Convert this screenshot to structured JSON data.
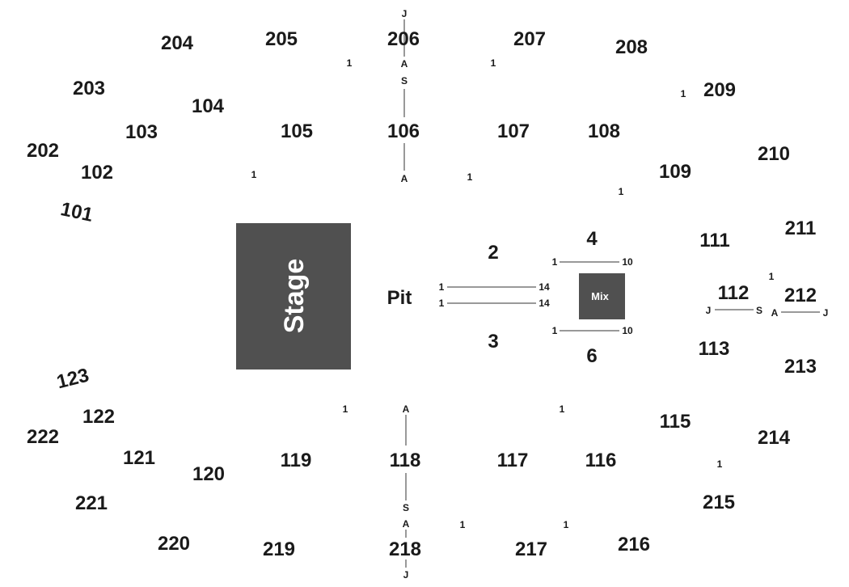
{
  "stage": {
    "label": "Stage",
    "fill": "#505050"
  },
  "mix": {
    "label": "Mix",
    "fill": "#505050"
  },
  "pit": {
    "label": "Pit"
  },
  "floor_sections": {
    "s2": "2",
    "s3": "3",
    "s4": "4",
    "s6": "6"
  },
  "sections": {
    "s101": "101",
    "s102": "102",
    "s103": "103",
    "s104": "104",
    "s105": "105",
    "s106": "106",
    "s107": "107",
    "s108": "108",
    "s109": "109",
    "s111": "111",
    "s112": "112",
    "s113": "113",
    "s115": "115",
    "s116": "116",
    "s117": "117",
    "s118": "118",
    "s119": "119",
    "s120": "120",
    "s121": "121",
    "s122": "122",
    "s123": "123",
    "s202": "202",
    "s203": "203",
    "s204": "204",
    "s205": "205",
    "s206": "206",
    "s207": "207",
    "s208": "208",
    "s209": "209",
    "s210": "210",
    "s211": "211",
    "s212": "212",
    "s213": "213",
    "s214": "214",
    "s215": "215",
    "s216": "216",
    "s217": "217",
    "s218": "218",
    "s219": "219",
    "s220": "220",
    "s221": "221",
    "s222": "222"
  },
  "row_markers": {
    "one": "1",
    "row_a": "A",
    "row_s": "S",
    "row_j": "J",
    "pit_row_start": "1",
    "pit_row_end": "14",
    "mix_row_start": "1",
    "mix_row_end": "10"
  }
}
